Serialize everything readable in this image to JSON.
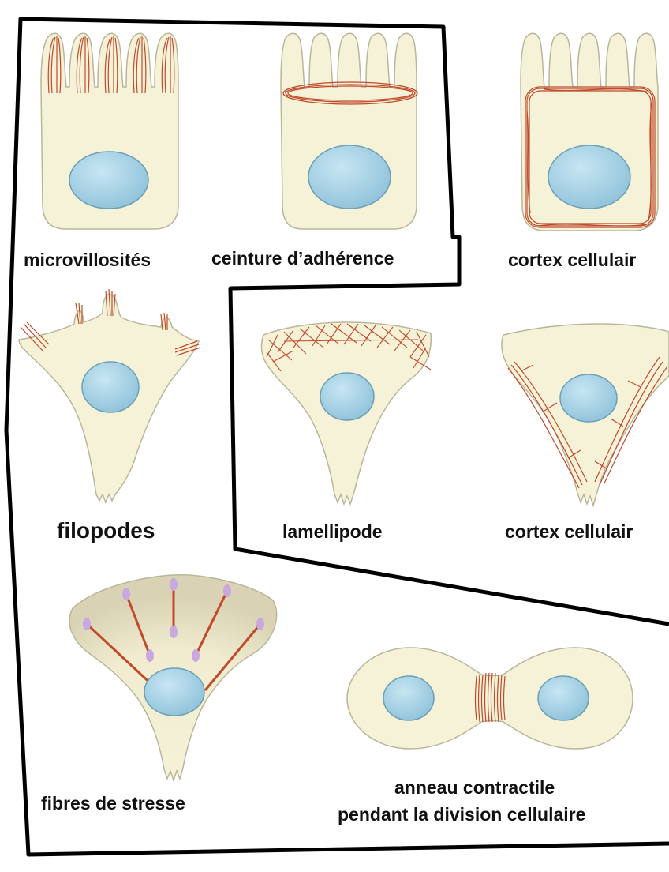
{
  "colors": {
    "cytoplasm": "#f5f2d8",
    "cytoplasm_edge": "#b9b69a",
    "nucleus": "#a9d3e6",
    "nucleus_edge": "#6b9fb6",
    "actin": "#c04a2a",
    "focal_adhesion": "#c9a8e0",
    "border": "#000000"
  },
  "labels": {
    "microvilli": "microvillosités",
    "adhesion_belt": "ceinture d’adhérence",
    "cortex_top": "cortex cellulair",
    "filopodia": "filopodes",
    "lamellipodium": "lamellipode",
    "cortex_mid": "cortex cellulair",
    "stress_fibers": "fibres de stresse",
    "contractile_ring_1": "anneau contractile",
    "contractile_ring_2": "pendant la division cellulaire"
  }
}
